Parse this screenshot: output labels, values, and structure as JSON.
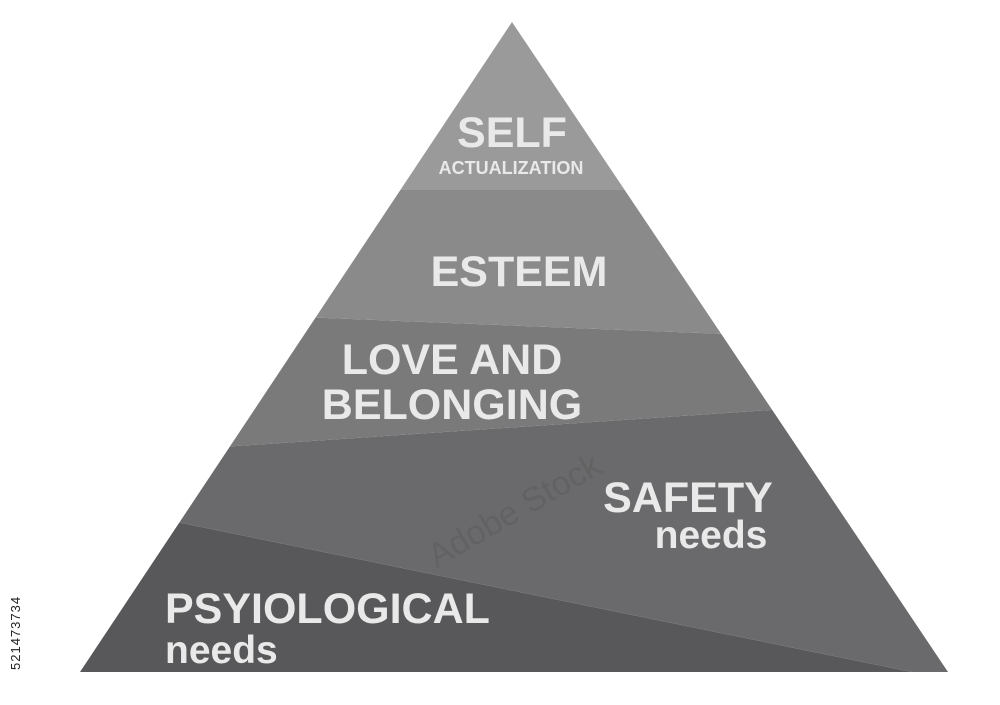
{
  "colors": {
    "level1": "#9a9a9a",
    "level2": "#8a8a8b",
    "level3": "#7a7a7b",
    "level4": "#6a6a6c",
    "level5": "#58585a",
    "text": "#e9e9e9"
  },
  "levels": [
    {
      "id": "self",
      "line1": "SELF",
      "line2": "ACTUALIZATION"
    },
    {
      "id": "esteem",
      "line1": "ESTEEM"
    },
    {
      "id": "love",
      "line1": "LOVE AND",
      "line2": "BELONGING"
    },
    {
      "id": "safety",
      "line1": "SAFETY",
      "line2": "needs"
    },
    {
      "id": "physiological",
      "line1": "PSYIOLOGICAL",
      "line2": "needs"
    }
  ],
  "stock_id": "521473734",
  "watermark_text": "Adobe Stock"
}
